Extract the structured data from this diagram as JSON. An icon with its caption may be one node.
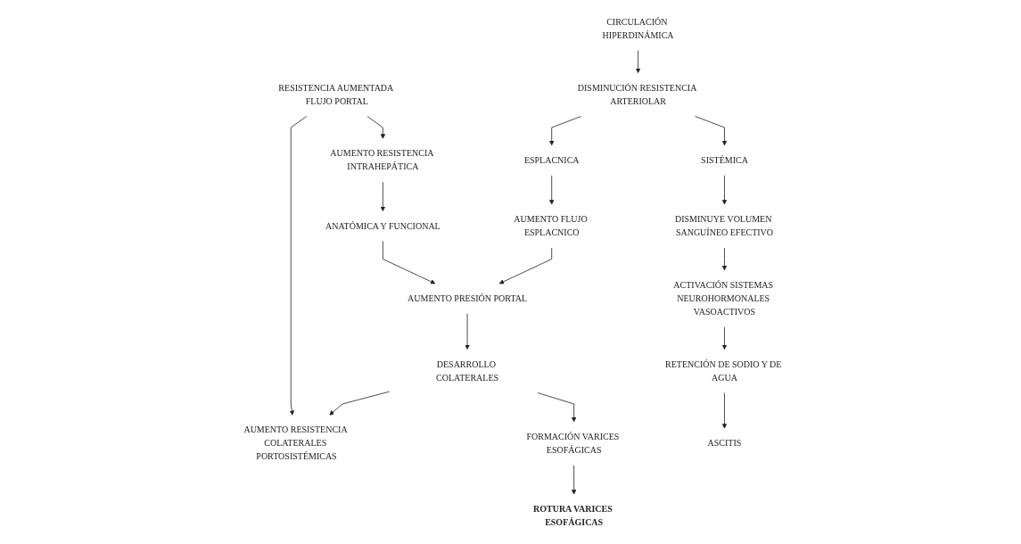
{
  "diagram": {
    "nodes": [
      {
        "text": [
          "RESISTENCIA AUMENTADA FLUJO PORTAL"
        ]
      },
      {
        "text": [
          "AUMENTO RESISTENCIA INTRAHEPÁTICA"
        ]
      },
      {
        "text": [
          "AUMENTO RESISTENCIA COLATERALES PORTOSISTÉMICAS"
        ]
      },
      {
        "text": [
          "ANATÓMICA Y FUNCIONAL"
        ]
      },
      {
        "text": [
          "AUMENTO PRESIÓN PORTAL"
        ]
      },
      {
        "text": [
          "DESARROLLO COLATERALES"
        ]
      },
      {
        "text": [
          "FORMACIÓN VARICES ESOFÁGICAS"
        ]
      },
      {
        "text": [
          "ROTURA VARICES ESOFÁGICAS"
        ]
      },
      {
        "text": [
          "CIRCULACIÓN HIPERDINÁMICA"
        ]
      },
      {
        "text": [
          "DISMINUCIÓN RESISTENCIA ARTERIOLAR"
        ]
      },
      {
        "text": [
          "ESPLACNICA"
        ]
      },
      {
        "text": [
          "SISTÉMICA"
        ]
      },
      {
        "text": [
          "AUMENTO FLUJO ESPLACNICO"
        ]
      },
      {
        "text": [
          "DISMINUYE VOLUMEN SANGUÍNEO EFECTIVO"
        ]
      },
      {
        "text": [
          "ACTIVACIÓN SISTEMAS NEUROHORMONALES VASOACTIVOS"
        ]
      },
      {
        "text": [
          "RETENCIÓN DE SODIO Y DE AGUA"
        ]
      },
      {
        "text": [
          "ASCITIS"
        ]
      }
    ],
    "edges": [
      {
        "from": 0,
        "to": 1,
        "arrow": "to"
      },
      {
        "from": 0,
        "to": 2,
        "arrow": "to"
      },
      {
        "from": 1,
        "to": 3,
        "arrow": "to"
      },
      {
        "from": 3,
        "to": 4,
        "arrow": "to"
      },
      {
        "from": 4,
        "to": 5,
        "arrow": "to"
      },
      {
        "from": 5,
        "to": 6,
        "arrow": "to"
      },
      {
        "from": 6,
        "to": 7,
        "arrow": "to"
      },
      {
        "from": 5,
        "to": 2,
        "arrow": "to"
      },
      {
        "from": 8,
        "to": 9,
        "arrow": "to"
      },
      {
        "from": 9,
        "to": 10,
        "arrow": "to"
      },
      {
        "from": 9,
        "to": 11,
        "arrow": "to"
      },
      {
        "from": 10,
        "to": 12,
        "arrow": "to"
      },
      {
        "from": 11,
        "to": 13,
        "arrow": "to"
      },
      {
        "from": 12,
        "to": 4,
        "arrow": "to"
      },
      {
        "from": 13,
        "to": 14,
        "arrow": "to"
      },
      {
        "from": 14,
        "to": 15,
        "arrow": "to"
      },
      {
        "from": 15,
        "to": 16,
        "arrow": "to"
      }
    ]
  }
}
